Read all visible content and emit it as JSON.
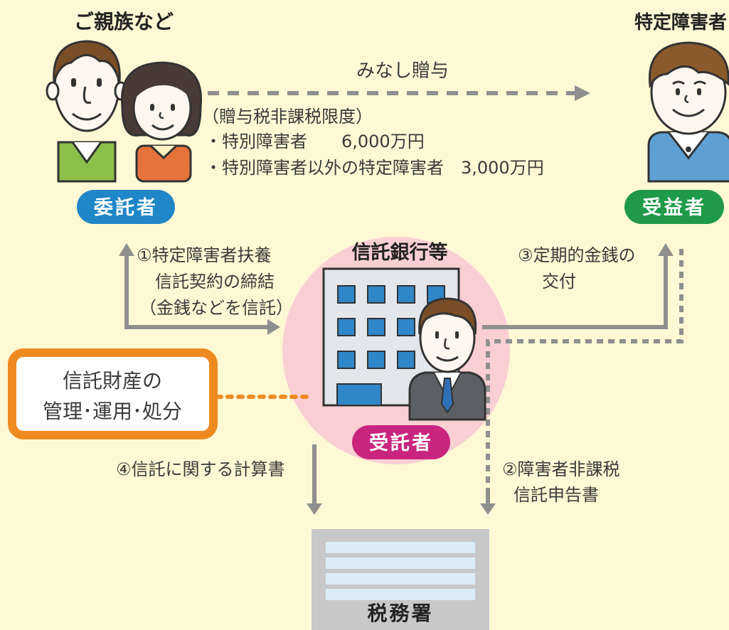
{
  "actors": {
    "family": "ご親族など",
    "recipient": "特定障害者",
    "bank": "信託銀行等",
    "tax_office": "税務署"
  },
  "badges": {
    "trustor": "委託者",
    "beneficiary": "受益者",
    "trustee": "受託者"
  },
  "gift": {
    "label": "みなし贈与",
    "limit_title": "（贈与税非課税限度）",
    "special_line": "・特別障害者　　6,000万円",
    "other_line": "・特別障害者以外の特定障害者　3,000万円"
  },
  "steps": {
    "step1_line1": "①特定障害者扶養",
    "step1_line2": "信託契約の締結",
    "step1_line3": "（金銭などを信託）",
    "step2_line1": "②障害者非課税",
    "step2_line2": "信託申告書",
    "step3_line1": "③定期的金銭の",
    "step3_line2": "交付",
    "step4": "④信託に関する計算書"
  },
  "management": {
    "line1": "信託財産の",
    "line2": "管理･運用･処分"
  },
  "colors": {
    "background": "#fff8d4",
    "trustor_badge": "#1f86c7",
    "beneficiary_badge": "#1f9a48",
    "trustee_badge": "#c9257e",
    "trustee_circle": "#f9cfd4",
    "arrow_gray": "#8f8f8f",
    "management_border": "#ef8a21"
  }
}
